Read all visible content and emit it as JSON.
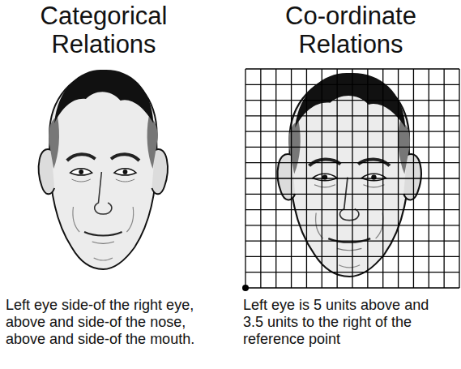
{
  "diagram": {
    "labels": [
      "Categorical Relations",
      "Co-ordinate Relations",
      "Left eye side-of the right eye, above and side-of the nose, above and side-of the mouth.",
      "Left eye is 5 units above and 3.5 units to the right of the reference point"
    ]
  }
}
